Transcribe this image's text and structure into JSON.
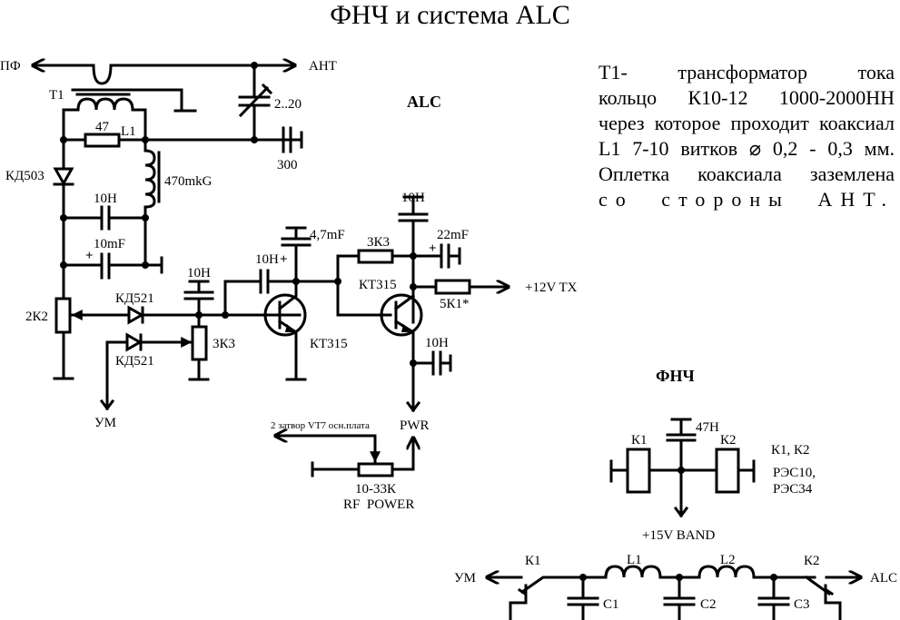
{
  "title": "ФНЧ и система ALC",
  "sections": {
    "alc": "ALC",
    "lpf": "ФНЧ"
  },
  "notes": [
    "T1- трансформатор тока",
    "кольцо К10-12 1000-2000НН",
    "через которое проходит коаксиал",
    "L1 7-10 витков ⌀ 0,2 - 0,3 мм.",
    "Оплетка коаксиала заземлена",
    "со стороны АНТ."
  ],
  "alc_circuit": {
    "ports": {
      "pf": "ПФ",
      "ant": "АНТ",
      "um": "УМ",
      "plus12tx": "+12V TX",
      "pwr": "PWR",
      "gate": "2 затвор VT7 осн.плата"
    },
    "components": {
      "t1": "T1",
      "l1": "L1",
      "r47": "47",
      "trim_cap": "2..20",
      "c300": "300",
      "choke": "470mkG",
      "d_kd503": "КД503",
      "c10n_a": "10Н",
      "c10mf": "10mF",
      "pot_2k2": "2К2",
      "d_kd521_a": "КД521",
      "d_kd521_b": "КД521",
      "c10n_b": "10Н",
      "pot_3k3": "3К3",
      "c10n_c": "10Н",
      "c4_7mf": "4,7mF",
      "q1": "КТ315",
      "r3k3": "3К3",
      "c10n_d": "10Н",
      "c22mf": "22mF",
      "q2": "КТ315",
      "r5k1": "5К1*",
      "c10n_e": "10Н",
      "pot_rf": "10-33К",
      "pot_rf_name": "RF  POWER",
      "plus": "+"
    }
  },
  "lpf_circuit": {
    "relay_k1": "К1",
    "relay_k2": "К2",
    "c47n": "47Н",
    "relay_types_1": "К1, К2",
    "relay_types_2": "РЭС10,",
    "relay_types_3": "РЭС34",
    "band": "+15V BAND",
    "um": "УМ",
    "alc": "ALC",
    "k1": "К1",
    "k2": "К2",
    "l1": "L1",
    "l2": "L2",
    "c1": "C1",
    "c2": "C2",
    "c3": "C3"
  }
}
